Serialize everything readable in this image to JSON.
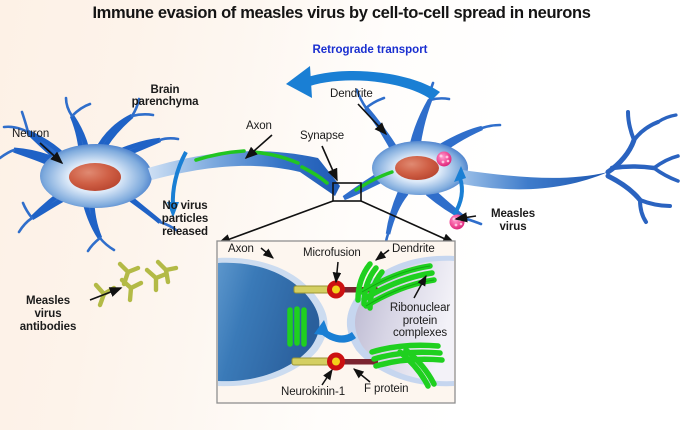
{
  "figure": {
    "title": "Immune evasion of measles virus by cell-to-cell spread in neurons",
    "background_color": "#fdf2e8",
    "accent_blue": "#1a5fc8",
    "accent_blue_text": "#1a2fd0",
    "rnp_green": "#22cc22",
    "virus_pink": "#f03c8c",
    "antibody_olive": "#b8bf4a",
    "nucleus_red": "#cf5540",
    "axon_fill": "#2f6fae"
  },
  "scene": {
    "retrograde_transport": "Retrograde\ntransport",
    "brain_parenchyma": "Brain\nparenchyma",
    "neuron": "Neuron",
    "axon": "Axon",
    "synapse": "Synapse",
    "dendrite": "Dendrite",
    "no_virus_released": "No virus\nparticles\nreleased",
    "measles_virus": "Measles\nvirus",
    "measles_virus_antibodies": "Measles\nvirus\nantibodies"
  },
  "inset": {
    "axon": "Axon",
    "microfusion": "Microfusion",
    "dendrite": "Dendrite",
    "ribonuclear_protein_complexes": "Ribonuclear\nprotein\ncomplexes",
    "neurokinin_1": "Neurokinin-1",
    "f_protein": "F protein"
  }
}
